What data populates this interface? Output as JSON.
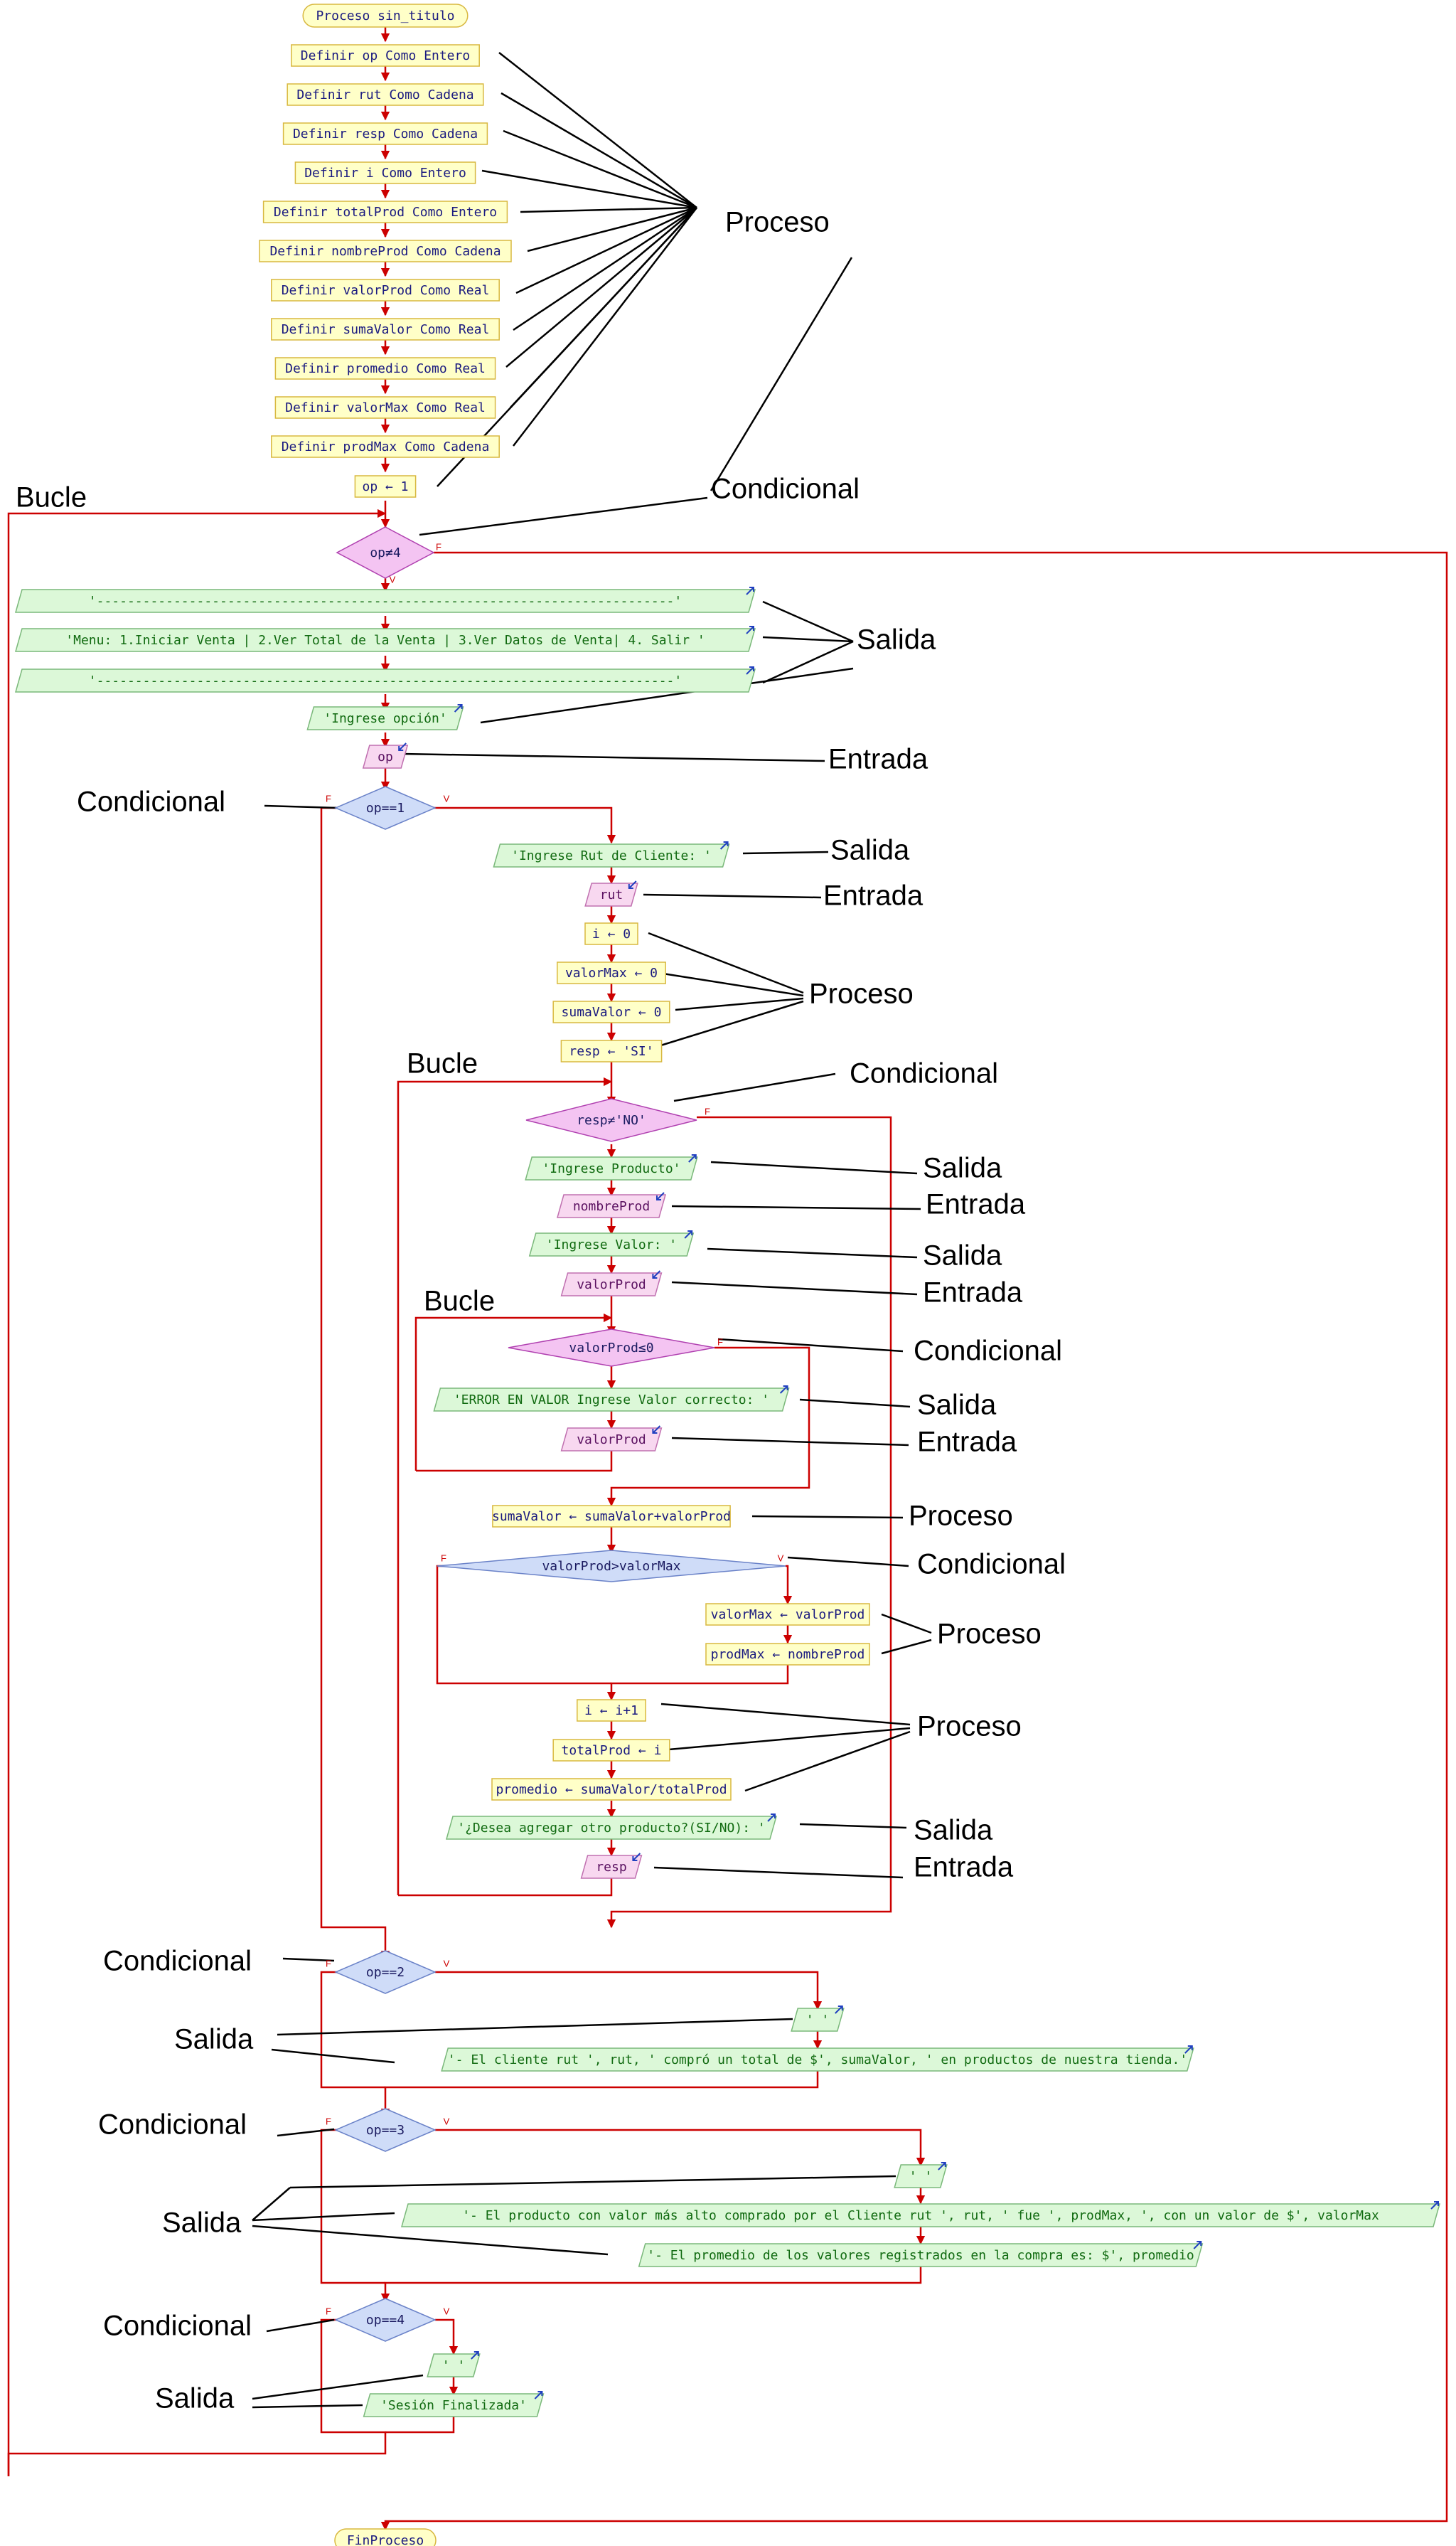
{
  "colors": {
    "flow_line": "#cc0000",
    "proc_fill": "#ffffc8",
    "proc_stroke": "#d8b840",
    "proc_text": "#1a1a80",
    "out_fill": "#dcf8d8",
    "out_stroke": "#7ab87a",
    "out_text": "#106a10",
    "in_fill": "#f8d8f0",
    "in_stroke": "#c070b0",
    "in_text": "#5a1060",
    "loop_fill": "#f4c4f2",
    "loop_stroke": "#b040b0",
    "if_fill": "#cfdcf8",
    "if_stroke": "#6a82c8",
    "number_color": "#c03000",
    "annotation_line": "#000000"
  },
  "process": {
    "start": "Proceso sin_titulo",
    "end": "FinProceso",
    "definitions": [
      "Definir op Como Entero",
      "Definir rut Como Cadena",
      "Definir resp Como Cadena",
      "Definir i Como Entero",
      "Definir totalProd Como Entero",
      "Definir nombreProd Como Cadena",
      "Definir valorProd Como Real",
      "Definir sumaValor Como Real",
      "Definir promedio Como Real",
      "Definir valorMax Como Real",
      "Definir prodMax Como Cadena"
    ],
    "op_init": "op ← 1"
  },
  "main_loop": {
    "condition": "op≠4",
    "true_label": "V",
    "false_label": "F",
    "menu_outputs": [
      "'---------------------------------------------------------------------------'",
      "'Menu: 1.Iniciar Venta | 2.Ver Total de la Venta | 3.Ver Datos de Venta| 4. Salir  '",
      "'---------------------------------------------------------------------------'",
      "'Ingrese opción'"
    ],
    "read_op": "op"
  },
  "option1": {
    "condition": "op==1",
    "out_rut": "'Ingrese Rut de Cliente: '",
    "read_rut": "rut",
    "assigns": [
      "i ← 0",
      "valorMax ← 0",
      "sumaValor ← 0",
      "resp ← 'SI'"
    ],
    "resp_loop": "resp≠'NO'",
    "out_producto": "'Ingrese Producto'",
    "read_nombre": "nombreProd",
    "out_valor": "'Ingrese Valor: '",
    "read_valor": "valorProd",
    "valor_loop": "valorProd≤0",
    "out_error": "'ERROR EN VALOR Ingrese Valor correcto: '",
    "read_valor2": "valorProd",
    "suma": "sumaValor ← sumaValor+valorProd",
    "if_max": "valorProd>valorMax",
    "set_max": "valorMax ← valorProd",
    "set_prod": "prodMax ← nombreProd",
    "inc": "i ← i+1",
    "total": "totalProd ← i",
    "promedio": "promedio ← sumaValor/totalProd",
    "out_otro": "'¿Desea agregar otro producto?(SI/NO): '",
    "read_resp": "resp"
  },
  "option2": {
    "condition": "op==2",
    "out_blank": "' '",
    "out_total": "'- El cliente rut ', rut, ' compró un total de $', sumaValor, ' en productos de nuestra tienda.'"
  },
  "option3": {
    "condition": "op==3",
    "out_blank": "' '",
    "out_max": "'- El producto con valor más alto comprado por el Cliente rut ', rut, ' fue ', prodMax, ', con un valor de $', valorMax",
    "out_prom": "'- El promedio de los valores registrados en la compra es: $', promedio"
  },
  "option4": {
    "condition": "op==4",
    "out_blank": "' '",
    "out_fin": "'Sesión Finalizada'"
  },
  "annotations": {
    "proceso": "Proceso",
    "condicional": "Condicional",
    "bucle": "Bucle",
    "salida": "Salida",
    "entrada": "Entrada"
  }
}
